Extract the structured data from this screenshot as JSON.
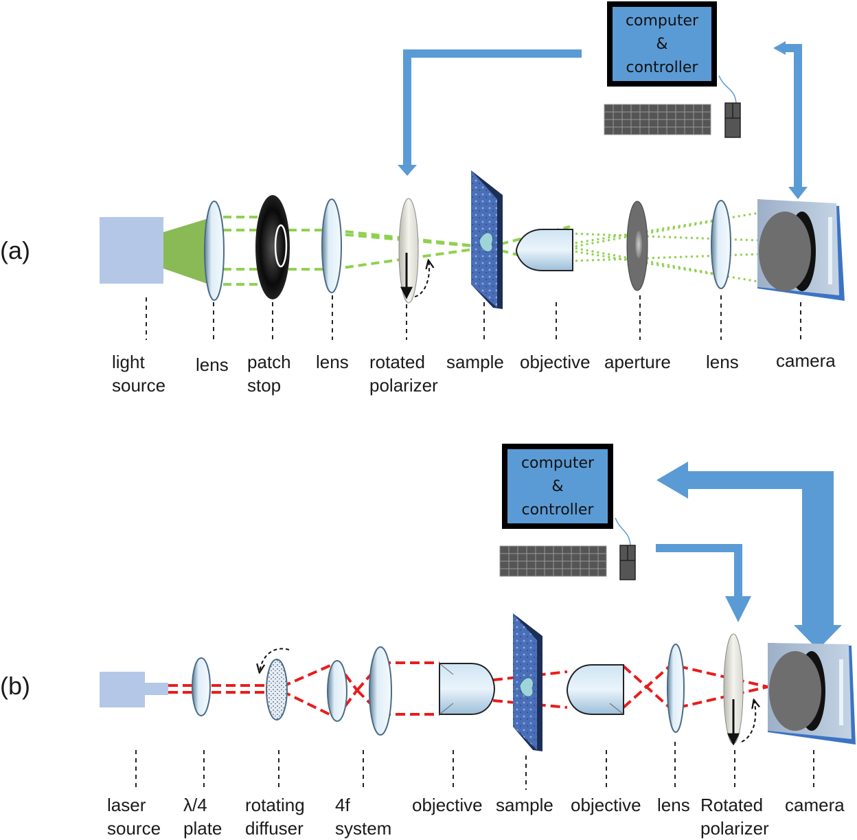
{
  "panels": {
    "a": {
      "tag": "(a)",
      "computer": [
        "computer",
        "&",
        "controller"
      ],
      "labels": {
        "light_source": [
          "light",
          "source"
        ],
        "lens1": [
          "lens"
        ],
        "patch_stop": [
          "patch",
          "stop"
        ],
        "lens2": [
          "lens"
        ],
        "rotated_polarizer": [
          "rotated",
          "polarizer"
        ],
        "sample": [
          "sample"
        ],
        "objective": [
          "objective"
        ],
        "aperture": [
          "aperture"
        ],
        "lens3": [
          "lens"
        ],
        "camera": [
          "camera"
        ]
      }
    },
    "b": {
      "tag": "(b)",
      "computer": [
        "computer",
        "&",
        "controller"
      ],
      "labels": {
        "laser_source": [
          "laser",
          "source"
        ],
        "waveplate": [
          "λ/4",
          "plate"
        ],
        "rotating_diffuser": [
          "rotating",
          "diffuser"
        ],
        "four_f": [
          "4f",
          "system"
        ],
        "objective1": [
          "objective"
        ],
        "sample": [
          "sample"
        ],
        "objective2": [
          "objective"
        ],
        "lens": [
          "lens"
        ],
        "rotated_polarizer": [
          "Rotated",
          "polarizer"
        ],
        "camera": [
          "camera"
        ]
      }
    }
  },
  "colors": {
    "arrow_blue": "#5b9bd5",
    "screen_blue": "#5b9bd5",
    "source_blue": "#b4c7e7",
    "beam_green": "#8fd14f",
    "beam_red": "#e81c1c",
    "sample_blue": "#3a5fa8"
  }
}
